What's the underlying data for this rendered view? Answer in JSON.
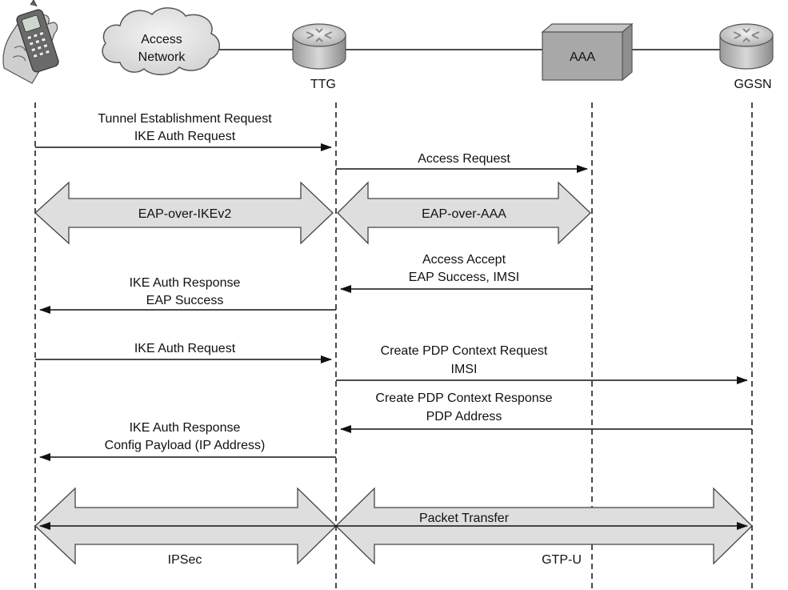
{
  "nodes": {
    "access_network": {
      "line1": "Access",
      "line2": "Network"
    },
    "ttg": {
      "label": "TTG"
    },
    "aaa": {
      "label": "AAA"
    },
    "ggsn": {
      "label": "GGSN"
    }
  },
  "messages": {
    "tunnel_req_1": "Tunnel Establishment Request",
    "tunnel_req_2": "IKE Auth Request",
    "access_request": "Access Request",
    "eap_ikev2": "EAP-over-IKEv2",
    "eap_aaa": "EAP-over-AAA",
    "access_accept_1": "Access Accept",
    "access_accept_2": "EAP Success, IMSI",
    "ike_resp1_1": "IKE Auth Response",
    "ike_resp1_2": "EAP Success",
    "ike_req2": "IKE Auth Request",
    "create_pdp_req_1": "Create PDP Context Request",
    "create_pdp_req_2": "IMSI",
    "create_pdp_resp_1": "Create PDP Context Response",
    "create_pdp_resp_2": "PDP Address",
    "ike_resp2_1": "IKE Auth Response",
    "ike_resp2_2": "Config Payload (IP Address)",
    "packet_transfer": "Packet Transfer",
    "ipsec": "IPSec",
    "gtpu": "GTP-U"
  },
  "icons": [
    "mobile-phone-icon",
    "cloud-icon",
    "router-icon",
    "server-box-icon"
  ]
}
